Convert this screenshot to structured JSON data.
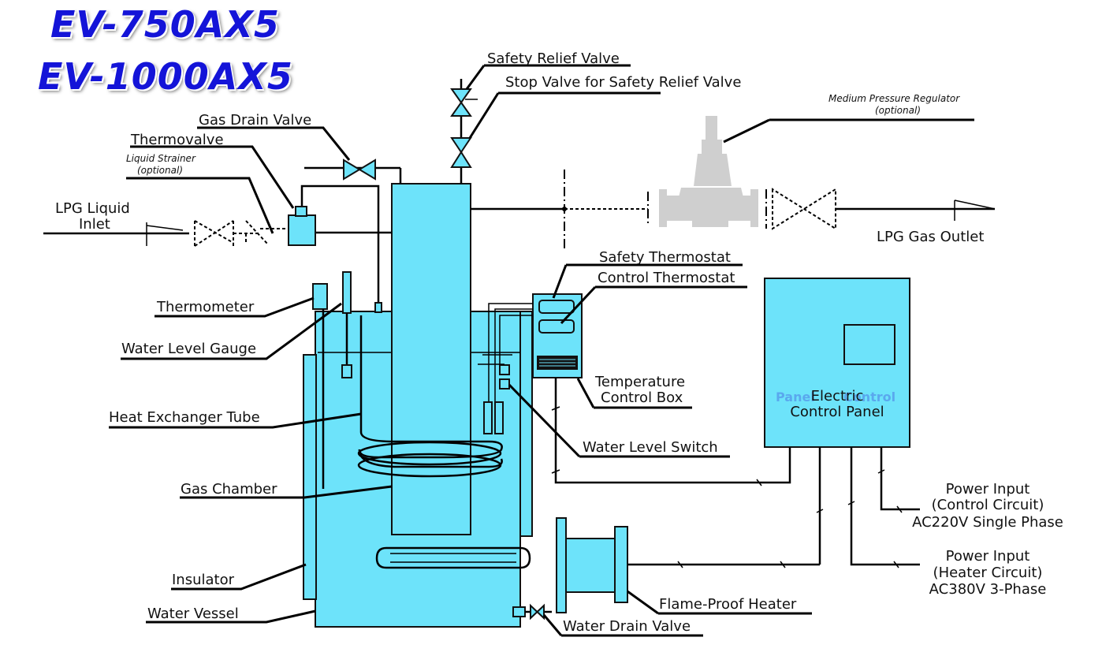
{
  "titles": [
    "EV-750AX5",
    "EV-1000AX5"
  ],
  "colors": {
    "vessel": "#6de3fa",
    "title": "#1414d8",
    "regulator": "#cfcfcf",
    "ghost_text": "#5aa8ee"
  },
  "labels": {
    "safety_relief_valve": "Safety Relief Valve",
    "stop_valve": "Stop Valve for Safety Relief Valve",
    "medium_pressure_regulator": "Medium Pressure Regulator",
    "optional": "(optional)",
    "gas_drain_valve": "Gas Drain Valve",
    "thermovalve": "Thermovalve",
    "liquid_strainer": "Liquid Strainer",
    "lpg_liquid_inlet_1": "LPG Liquid",
    "lpg_liquid_inlet_2": "Inlet",
    "lpg_gas_outlet": "LPG Gas Outlet",
    "safety_thermostat": "Safety Thermostat",
    "control_thermostat": "Control Thermostat",
    "thermometer": "Thermometer",
    "water_level_gauge": "Water Level Gauge",
    "temperature_control_box_1": "Temperature",
    "temperature_control_box_2": "Control Box",
    "heat_exchanger_tube": "Heat Exchanger Tube",
    "water_level_switch": "Water Level Switch",
    "gas_chamber": "Gas Chamber",
    "insulator": "Insulator",
    "water_vessel": "Water Vessel",
    "flame_proof_heater": "Flame-Proof Heater",
    "water_drain_valve": "Water Drain Valve",
    "electric_control_panel_1": "Electric",
    "electric_control_panel_2": "Control Panel",
    "panel_ghost_1": "Panel",
    "panel_ghost_2": "Control",
    "power_control_1": "Power Input",
    "power_control_2": "(Control Circuit)",
    "power_control_3": "AC220V Single Phase",
    "power_heater_1": "Power Input",
    "power_heater_2": "(Heater Circuit)",
    "power_heater_3": "AC380V 3-Phase"
  }
}
